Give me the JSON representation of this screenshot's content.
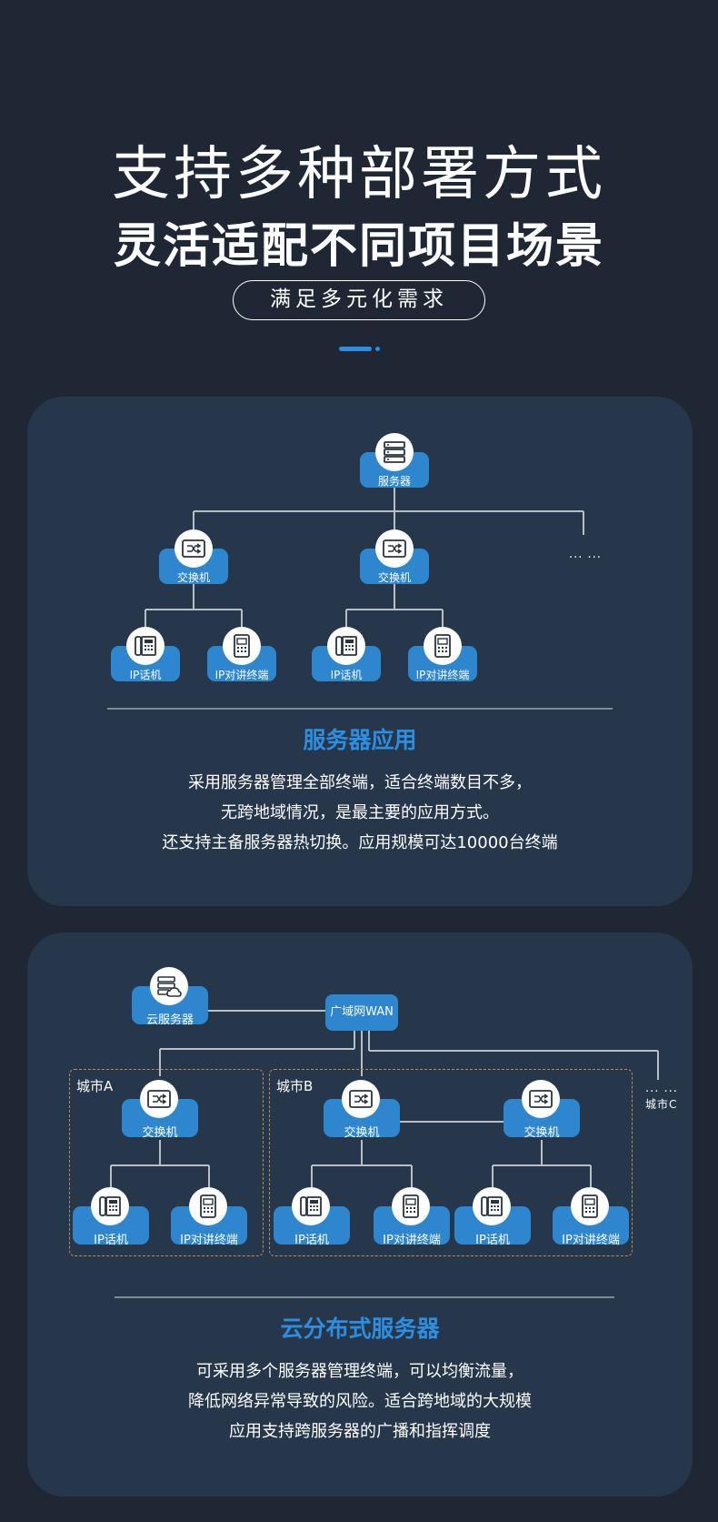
{
  "header": {
    "title_line1": "支持多种部署方式",
    "title_line2": "灵活适配不同项目场景",
    "pill": "满足多元化需求"
  },
  "colors": {
    "background": "#1e2733",
    "panel": "#26364b",
    "accent": "#2d8ee0",
    "node": "#2e86cf",
    "city_border": "#c08a55"
  },
  "panel1": {
    "server": {
      "label": "服务器",
      "icon": "server-icon"
    },
    "switches": [
      "交换机",
      "交换机"
    ],
    "terminals": [
      "IP话机",
      "IP对讲终端",
      "IP话机",
      "IP对讲终端"
    ],
    "more": "... ...",
    "title": "服务器应用",
    "desc": [
      "采用服务器管理全部终端，适合终端数目不多，",
      "无跨地域情况，是最主要的应用方式。",
      "还支持主备服务器热切换。应用规模可达10000台终端"
    ]
  },
  "panel2": {
    "cloud": {
      "label": "云服务器",
      "icon": "cloud-server-icon"
    },
    "wan": "广域网WAN",
    "city_a": "城市A",
    "city_b": "城市B",
    "city_c_more": "... ...",
    "city_c": "城市C",
    "switches": [
      "交换机",
      "交换机",
      "交换机"
    ],
    "terminals": [
      "IP话机",
      "IP对讲终端",
      "IP话机",
      "IP对讲终端",
      "IP话机",
      "IP对讲终端"
    ],
    "title": "云分布式服务器",
    "desc": [
      "可采用多个服务器管理终端，可以均衡流量，",
      "降低网络异常导致的风险。适合跨地域的大规模",
      "应用支持跨服务器的广播和指挥调度"
    ]
  }
}
